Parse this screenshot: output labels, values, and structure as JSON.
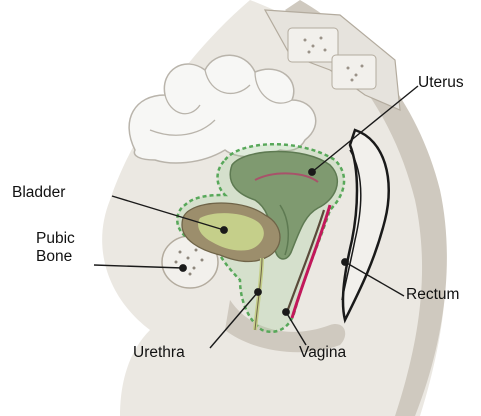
{
  "labels": {
    "uterus": "Uterus",
    "bladder": "Bladder",
    "pubic_bone": "Pubic\nBone",
    "rectum": "Rectum",
    "urethra": "Urethra",
    "vagina": "Vagina"
  },
  "colors": {
    "background": "#ffffff",
    "tissue_light": "#ebe8e2",
    "tissue_mid": "#cfc9bf",
    "tissue_shadow": "#b3ab9e",
    "bone": "#f2f0ec",
    "intestine": "#f7f7f5",
    "intestine_outline": "#b9b4ab",
    "uterus_fill": "#7f9a70",
    "uterus_dark": "#5e7a52",
    "bladder_wall": "#9c8e6c",
    "bladder_inner": "#c5cf8a",
    "highlight_outline": "#58a85a",
    "highlight_fill": "#9bc99244",
    "vagina_pink": "#c2185b",
    "rectum_outline": "#1a1a1a",
    "leader_line": "#1a1a1a"
  }
}
